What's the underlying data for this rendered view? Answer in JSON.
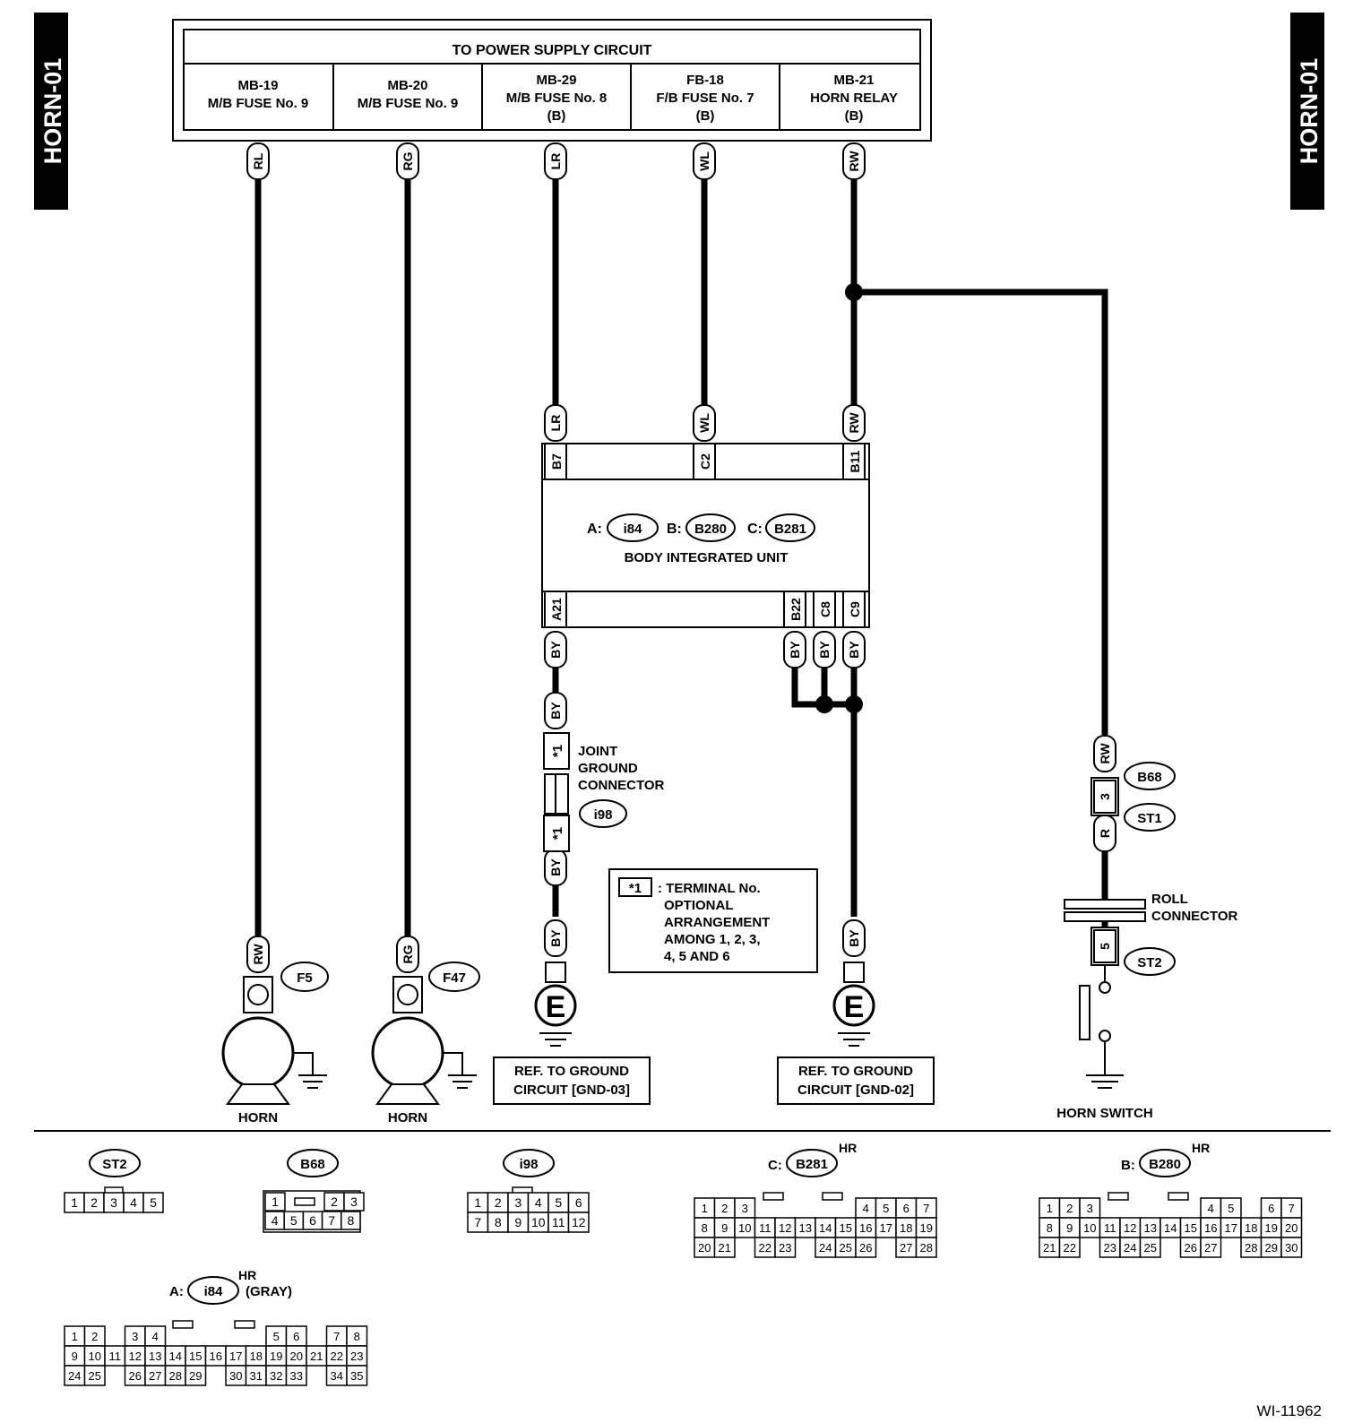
{
  "side_tab": {
    "left": "HORN-01",
    "right": "HORN-01"
  },
  "power": {
    "title": "TO POWER SUPPLY CIRCUIT",
    "cells": [
      {
        "l1": "MB-19",
        "l2": "M/B FUSE No. 9",
        "l3": ""
      },
      {
        "l1": "MB-20",
        "l2": "M/B FUSE No. 9",
        "l3": ""
      },
      {
        "l1": "MB-29",
        "l2": "M/B FUSE No. 8",
        "l3": "(B)"
      },
      {
        "l1": "FB-18",
        "l2": "F/B FUSE No. 7",
        "l3": "(B)"
      },
      {
        "l1": "MB-21",
        "l2": "HORN RELAY",
        "l3": "(B)"
      }
    ],
    "wires": [
      "RL",
      "RG",
      "LR",
      "WL",
      "RW"
    ]
  },
  "biu": {
    "label": "BODY INTEGRATED UNIT",
    "conn_a": "A:",
    "conn_a_id": "i84",
    "conn_b": "B:",
    "conn_b_id": "B280",
    "conn_c": "C:",
    "conn_c_id": "B281",
    "top_pins": [
      "B7",
      "C2",
      "B11"
    ],
    "top_wires": [
      "LR",
      "WL",
      "RW"
    ],
    "bottom_pins": [
      "A21",
      "B22",
      "C8",
      "C9"
    ],
    "bottom_wires": [
      "BY",
      "BY",
      "BY",
      "BY"
    ]
  },
  "joint": {
    "wire_top": "BY",
    "wire_bottom": "BY",
    "wire_ground": "BY",
    "mark": "*1",
    "label1": "JOINT",
    "label2": "GROUND",
    "label3": "CONNECTOR",
    "id": "i98"
  },
  "note": {
    "mark": "*1",
    "l1": ": TERMINAL No.",
    "l2": "OPTIONAL",
    "l3": "ARRANGEMENT",
    "l4": "AMONG 1, 2, 3,",
    "l5": "4, 5 AND 6"
  },
  "ground_right_wire": "BY",
  "ground_symbol": "E",
  "ref_gnd03": {
    "l1": "REF. TO GROUND",
    "l2": "CIRCUIT [GND-03]"
  },
  "ref_gnd02": {
    "l1": "REF. TO GROUND",
    "l2": "CIRCUIT [GND-02]"
  },
  "horn1": {
    "wire": "RW",
    "conn": "F5",
    "label": "HORN"
  },
  "horn2": {
    "wire": "RG",
    "conn": "F47",
    "label": "HORN"
  },
  "horn_switch": {
    "wire_top": "RW",
    "pin_top": "3",
    "conn_top": "B68",
    "conn_mid": "ST1",
    "wire_mid": "R",
    "roll1": "ROLL",
    "roll2": "CONNECTOR",
    "pin_bottom": "5",
    "conn_bottom": "ST2",
    "label": "HORN SWITCH"
  },
  "faces": {
    "st2": {
      "id": "ST2",
      "pins": [
        "1",
        "2",
        "3",
        "4",
        "5"
      ]
    },
    "b68": {
      "id": "B68",
      "row1": [
        "1",
        "2",
        "3"
      ],
      "row2": [
        "4",
        "5",
        "6",
        "7",
        "8"
      ]
    },
    "i98": {
      "id": "i98",
      "row1": [
        "1",
        "2",
        "3",
        "4",
        "5",
        "6"
      ],
      "row2": [
        "7",
        "8",
        "9",
        "10",
        "11",
        "12"
      ]
    },
    "b281": {
      "prefix": "C:",
      "id": "B281",
      "tag": "HR",
      "row1": [
        "1",
        "2",
        "3",
        "",
        "",
        "",
        "",
        "",
        "4",
        "5",
        "6",
        "7"
      ],
      "row2": [
        "8",
        "9",
        "10",
        "11",
        "12",
        "13",
        "14",
        "15",
        "16",
        "17",
        "18",
        "19"
      ],
      "row3": [
        "20",
        "21",
        "",
        "22",
        "23",
        "",
        "24",
        "25",
        "26",
        "",
        "27",
        "28"
      ]
    },
    "b280": {
      "prefix": "B:",
      "id": "B280",
      "tag": "HR",
      "row1": [
        "1",
        "2",
        "3",
        "",
        "",
        "",
        "",
        "",
        "4",
        "5",
        "",
        "6",
        "7"
      ],
      "row2": [
        "8",
        "9",
        "10",
        "11",
        "12",
        "13",
        "14",
        "15",
        "16",
        "17",
        "18",
        "19",
        "20"
      ],
      "row3": [
        "21",
        "22",
        "",
        "23",
        "24",
        "25",
        "",
        "26",
        "27",
        "",
        "28",
        "29",
        "30"
      ]
    },
    "i84": {
      "prefix": "A:",
      "id": "i84",
      "tag": "HR",
      "color": "(GRAY)",
      "row1": [
        "1",
        "2",
        "",
        "3",
        "4",
        "",
        "",
        "",
        "",
        "",
        "5",
        "6",
        "",
        "7",
        "8"
      ],
      "row2": [
        "9",
        "10",
        "11",
        "12",
        "13",
        "14",
        "15",
        "16",
        "17",
        "18",
        "19",
        "20",
        "21",
        "22",
        "23"
      ],
      "row3": [
        "24",
        "25",
        "",
        "26",
        "27",
        "28",
        "29",
        "",
        "30",
        "31",
        "32",
        "33",
        "",
        "34",
        "35"
      ]
    }
  },
  "figure_id": "WI-11962"
}
